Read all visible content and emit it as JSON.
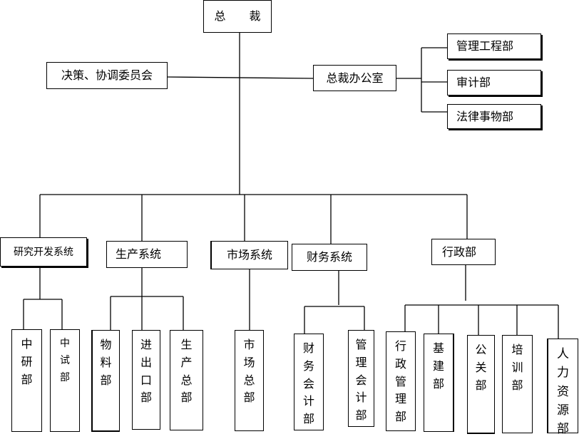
{
  "chart": {
    "ceo": "总 裁",
    "committee": "决策、协调委员会",
    "office": "总裁办公室",
    "office_departments": [
      "管理工程部",
      "审计部",
      "法律事物部"
    ],
    "systems": [
      "研究开发系统",
      "生产系统",
      "市场系统",
      "财务系统",
      "行政部"
    ],
    "departments": {
      "rd": [
        "中研部",
        "中试部"
      ],
      "production": [
        "物料部",
        "进出口部",
        "生产总部"
      ],
      "market": [
        "市场总部"
      ],
      "finance": [
        "财务会计部",
        "管理会计部"
      ],
      "admin": [
        "行政管理部",
        "基建部",
        "公关部",
        "培训部",
        "人力资源部"
      ]
    }
  }
}
